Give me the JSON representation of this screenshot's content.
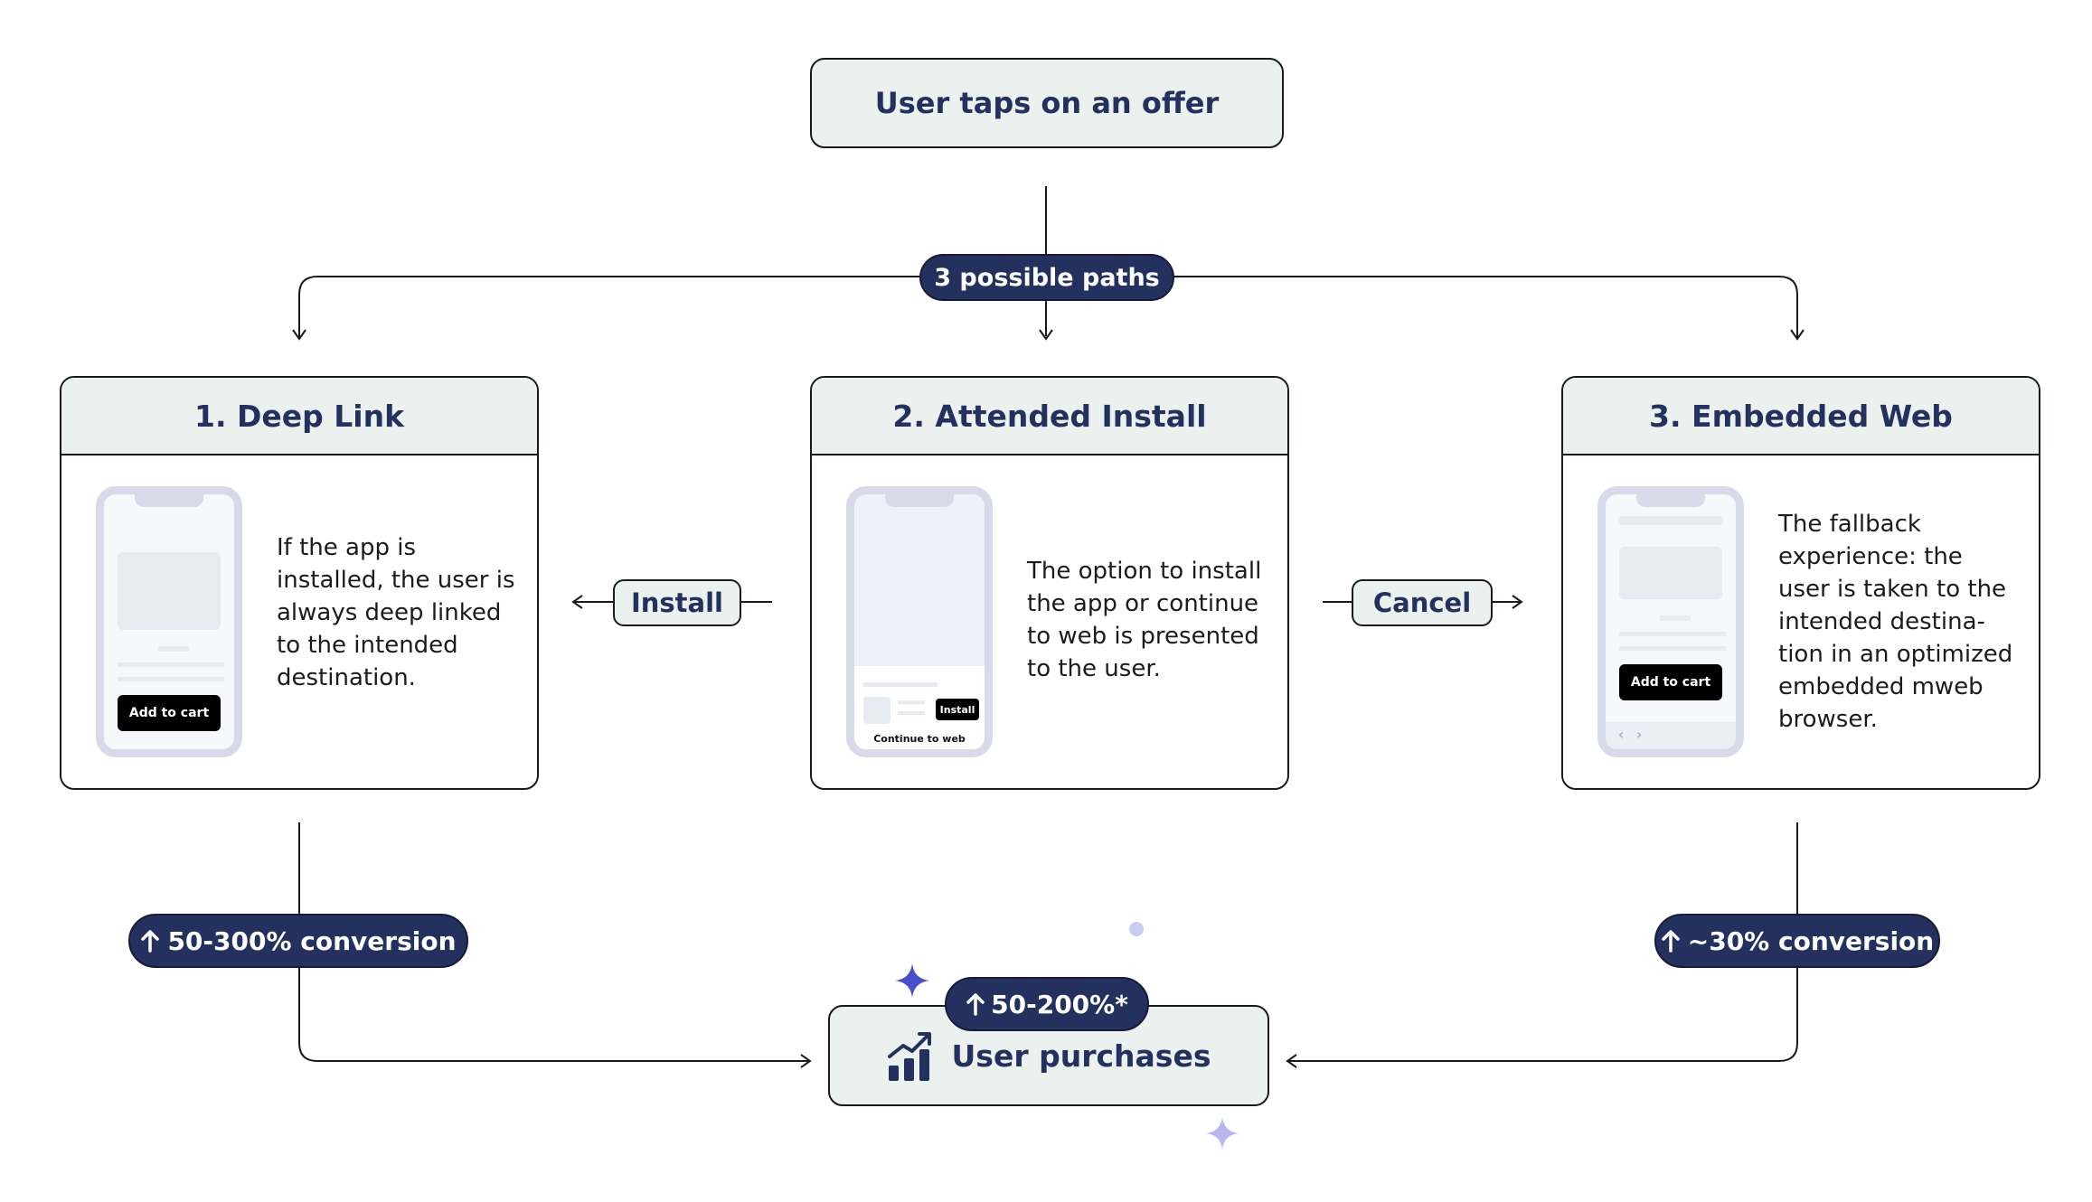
{
  "start": {
    "label": "User taps on an offer"
  },
  "paths_badge": {
    "label": "3 possible paths"
  },
  "cards": [
    {
      "title": "1. Deep Link",
      "text": [
        "If the app is",
        "installed, the user is",
        "always deep linked",
        "to the intended",
        "destination."
      ],
      "phone_button": "Add to cart"
    },
    {
      "title": "2. Attended Install",
      "text": [
        "The option to install",
        "the app or continue",
        "to web is presented",
        "to the user."
      ],
      "phone_button": "Install",
      "phone_link": "Continue to web"
    },
    {
      "title": "3. Embedded Web",
      "text": [
        "The fallback",
        "experience: the",
        "user is taken to the",
        "intended destina-",
        "tion in an optimized",
        "embedded mweb",
        "browser."
      ],
      "phone_button": "Add to cart"
    }
  ],
  "connectors": {
    "install": "Install",
    "cancel": "Cancel"
  },
  "badges": {
    "left": "50-300% conversion",
    "right": "~30% conversion",
    "center": "50-200%*"
  },
  "end": {
    "label": "User purchases"
  },
  "icons": [
    "arrow-up-icon",
    "chart-growth-icon",
    "sparkle-icon",
    "dot-icon",
    "chevron-left-icon",
    "chevron-right-icon"
  ],
  "colors": {
    "navy": "#24305e",
    "mint": "#eaf1ee",
    "sparkle": "#4b4ec9",
    "sparkle_light": "#b6b8ec",
    "phone_frame": "#d8dae9"
  }
}
